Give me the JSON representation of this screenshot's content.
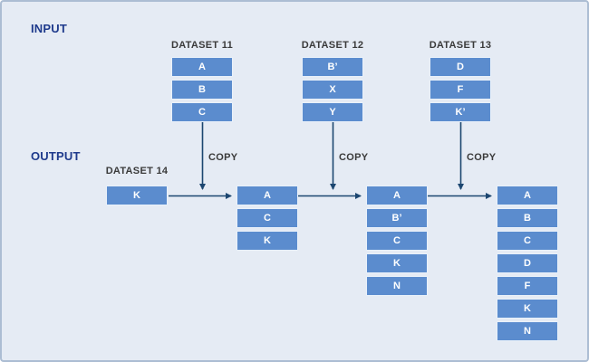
{
  "labels": {
    "input": "INPUT",
    "output": "OUTPUT",
    "copy": "COPY"
  },
  "colors": {
    "background": "#e5ebf4",
    "panel_border": "#acbdd3",
    "box_fill": "#5b8cce",
    "box_text": "#ffffff",
    "arrow_line": "#1c4670",
    "section_label": "#1e3a8c",
    "dataset_label": "#3a3a3a"
  },
  "input_datasets": [
    {
      "name": "DATASET 11",
      "items": [
        "A",
        "B",
        "C"
      ]
    },
    {
      "name": "DATASET 12",
      "items": [
        "B’",
        "X",
        "Y"
      ]
    },
    {
      "name": "DATASET 13",
      "items": [
        "D",
        "F",
        "K’"
      ]
    }
  ],
  "output_datasets": [
    {
      "name": "DATASET 14",
      "items": [
        "K"
      ]
    },
    {
      "name": "",
      "items": [
        "A",
        "C",
        "K"
      ]
    },
    {
      "name": "",
      "items": [
        "A",
        "B’",
        "C",
        "K",
        "N"
      ]
    },
    {
      "name": "",
      "items": [
        "A",
        "B",
        "C",
        "D",
        "F",
        "K",
        "N"
      ]
    }
  ]
}
